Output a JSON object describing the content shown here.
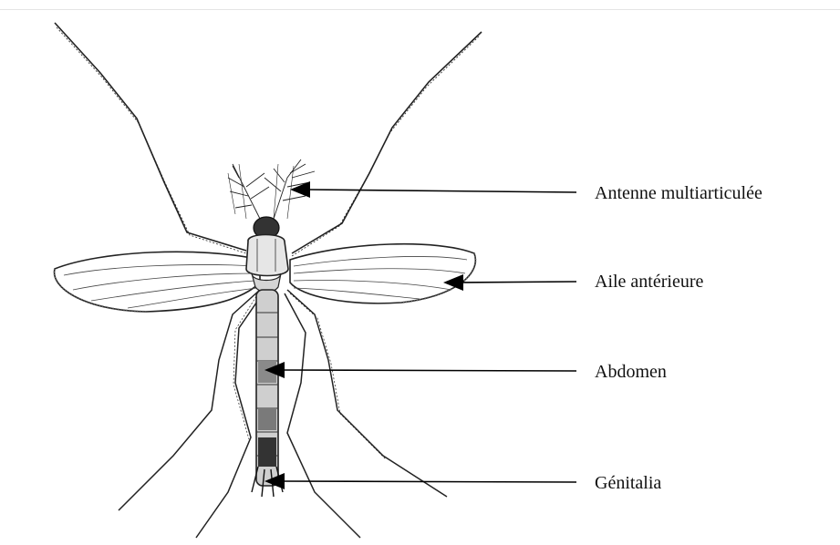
{
  "labels": {
    "antenne": "Antenne multiarticulée",
    "aile": "Aile antérieure",
    "abdomen": "Abdomen",
    "genitalia": "Génitalia"
  }
}
